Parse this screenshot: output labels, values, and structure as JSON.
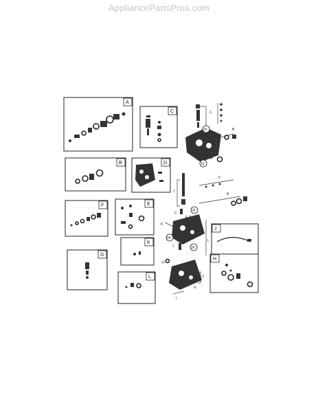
{
  "site": {
    "watermark": "AppliancePartsPros.com"
  },
  "callouts": [
    "A",
    "B",
    "C",
    "D",
    "E",
    "F",
    "G",
    "H",
    "I",
    "J",
    "K",
    "L"
  ],
  "bubbles": [
    "15",
    "16",
    "24",
    "25",
    "26"
  ]
}
